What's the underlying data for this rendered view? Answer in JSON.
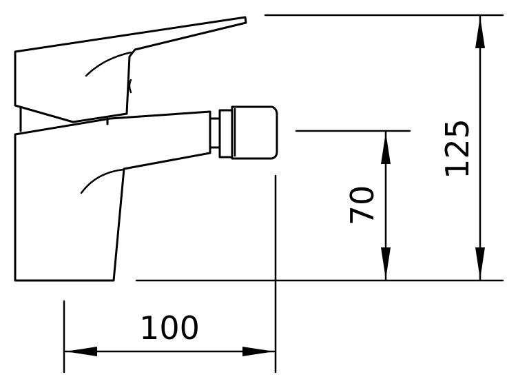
{
  "dimensions": {
    "width_label": "100",
    "height_total_label": "125",
    "height_outlet_label": "70"
  },
  "colors": {
    "line": "#000000",
    "background": "#ffffff"
  }
}
